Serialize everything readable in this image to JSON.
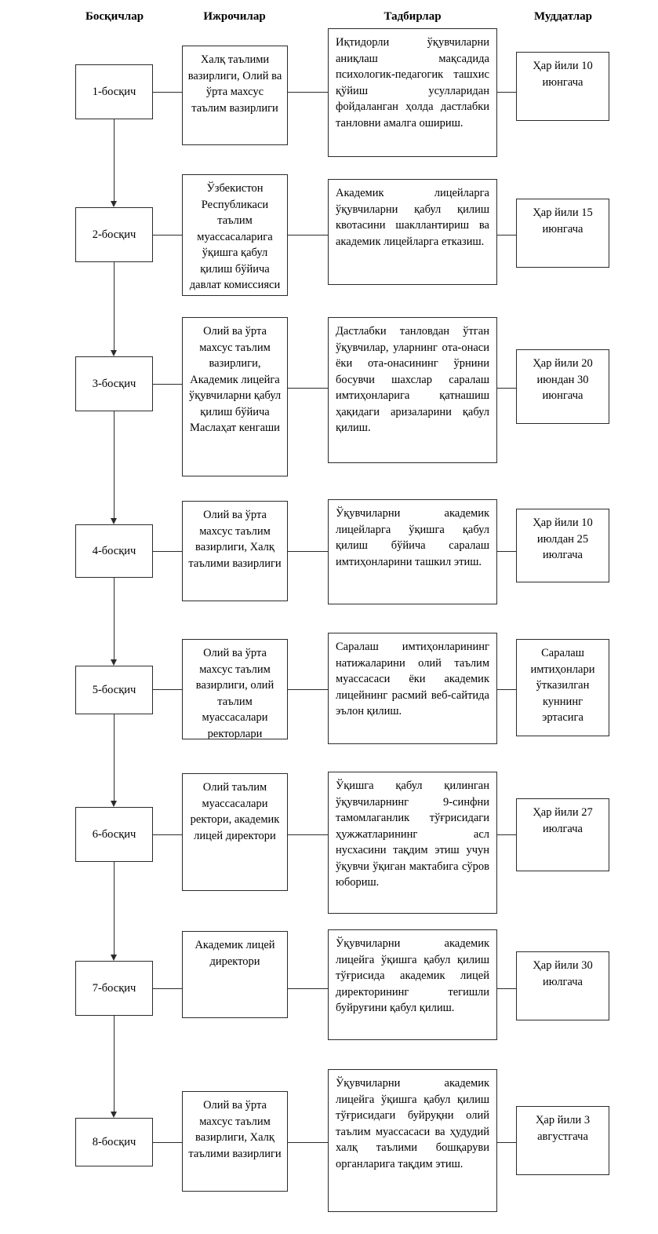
{
  "headers": [
    {
      "label": "Босқичлар"
    },
    {
      "label": "Ижрочилар"
    },
    {
      "label": "Тадбирлар"
    },
    {
      "label": "Муддатлар"
    }
  ],
  "rows": [
    {
      "stage": "1-босқич",
      "actor": "Халқ таълими вазирлиги, Олий ва ўрта махсус таълим вазирлиги",
      "measure": "Иқтидорли ўқувчиларни аниқлаш мақсадида психологик-педагогик ташхис қўйиш усулларидан фойдаланган ҳолда дастлабки танловни амалга ошириш.",
      "date": "Ҳар йили 10 июнгача"
    },
    {
      "stage": "2-босқич",
      "actor": "Ўзбекистон Республикаси таълим муассасаларига ўқишга қабул қилиш бўйича давлат комиссияси",
      "measure": "Академик лицейларга ўқувчиларни қабул қилиш квотасини шакллантириш ва академик лицейларга етказиш.",
      "date": "Ҳар йили 15 июнгача"
    },
    {
      "stage": "3-босқич",
      "actor": "Олий ва ўрта махсус таълим вазирлиги, Академик лицейга ўқувчиларни қабул қилиш бўйича Маслаҳат кенгаши",
      "measure": "Дастлабки танловдан ўтган ўқувчилар, уларнинг ота-онаси ёки ота-онасининг ўрнини босувчи шахслар саралаш имтиҳонларига қатнашиш ҳақидаги аризаларини қабул қилиш.",
      "date": "Ҳар йили 20 июндан 30 июнгача"
    },
    {
      "stage": "4-босқич",
      "actor": "Олий ва ўрта махсус таълим вазирлиги, Халқ таълими вазирлиги",
      "measure": "Ўқувчиларни академик лицейларга ўқишга қабул қилиш бўйича саралаш имтиҳонларини ташкил этиш.",
      "date": "Ҳар йили 10 июлдан 25 июлгача"
    },
    {
      "stage": "5-босқич",
      "actor": "Олий ва ўрта махсус таълим вазирлиги, олий таълим муассасалари ректорлари",
      "measure": "Саралаш имтиҳонларининг натижаларини олий таълим муассасаси ёки академик лицейнинг расмий веб-сайтида эълон қилиш.",
      "date": "Саралаш имтиҳонлари ўтказилган куннинг эртасига"
    },
    {
      "stage": "6-босқич",
      "actor": "Олий таълим муассасалари ректори, академик лицей директори",
      "measure": "Ўқишга қабул қилинган ўқувчиларнинг 9-синфни тамомлаганлик тўғрисидаги ҳужжатларининг асл нусхасини тақдим этиш учун ўқувчи ўқиган мактабига сўров юбориш.",
      "date": "Ҳар йили 27 июлгача"
    },
    {
      "stage": "7-босқич",
      "actor": "Академик лицей директори",
      "measure": "Ўқувчиларни академик лицейга ўқишга қабул қилиш тўғрисида академик лицей директорининг тегишли буйруғини қабул қилиш.",
      "date": "Ҳар йили 30 июлгача"
    },
    {
      "stage": "8-босқич",
      "actor": "Олий ва ўрта махсус таълим вазирлиги, Халқ таълими вазирлиги",
      "measure": "Ўқувчиларни академик лицейга ўқишга қабул қилиш тўғрисидаги буйруқни олий таълим муассасаси ва ҳудудий халқ таълими бошқаруви органларига тақдим этиш.",
      "date": "Ҳар йили 3 августгача"
    }
  ],
  "colors": {
    "line": "#2b2b2b",
    "background": "#ffffff",
    "text": "#000000"
  }
}
